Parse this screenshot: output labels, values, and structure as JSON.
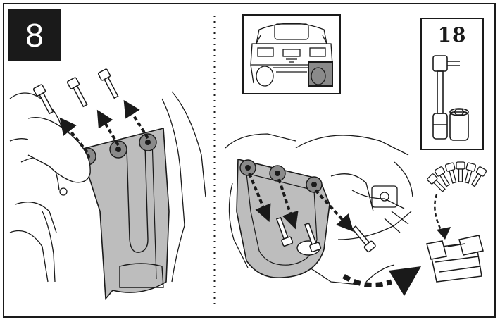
{
  "step": {
    "number": "8"
  },
  "tool": {
    "size_label": "18",
    "name": "ratchet-with-socket-icon"
  },
  "fasteners": {
    "left_panel_bolt_count": 3,
    "right_panel_bolt_count": 3,
    "icon": "bolt-icon"
  },
  "storage": {
    "icon": "toolbox-icon"
  },
  "colors": {
    "ink": "#1a1a1a",
    "panel_fill": "#bdbdbd",
    "background": "#ffffff"
  }
}
